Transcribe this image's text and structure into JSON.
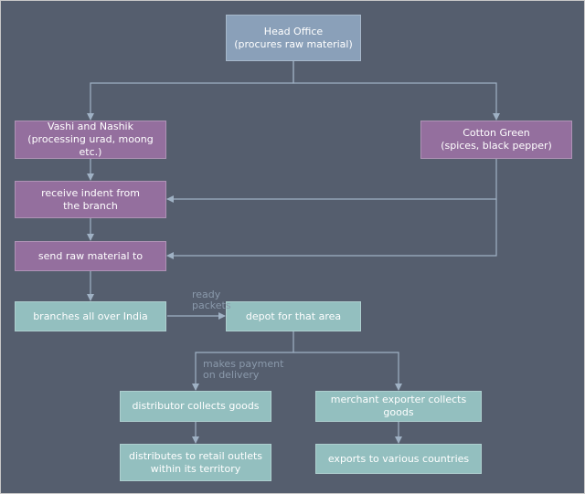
{
  "colors": {
    "background": "#555e6e",
    "head_box": "#8aa0b9",
    "processing_box": "#946f9e",
    "distribution_box": "#93bfbf",
    "connector": "#9fb1c4",
    "edge_label": "#8a99ab"
  },
  "nodes": {
    "head_office": "Head Office\n(procures raw material)",
    "vashi_nashik": "Vashi and Nashik\n(processing urad, moong etc.)",
    "cotton_green": "Cotton Green\n(spices, black pepper)",
    "receive_indent": "receive indent from\nthe branch",
    "send_raw_material": "send raw material to",
    "branches": "branches all over India",
    "depot": "depot for that area",
    "distributor": "distributor collects goods",
    "merchant_exporter": "merchant exporter collects goods",
    "retail": "distributes to retail outlets\nwithin its territory",
    "exports": "exports to various countries"
  },
  "edge_labels": {
    "ready_packets": "ready\npackets",
    "makes_payment": "makes payment\non delivery"
  }
}
